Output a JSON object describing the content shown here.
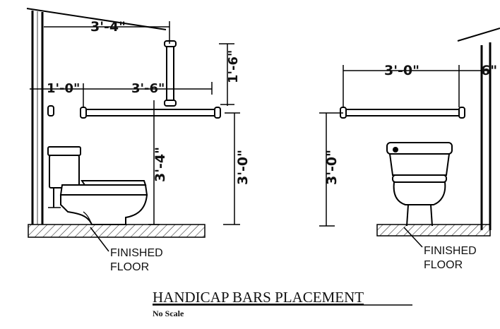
{
  "title": "HANDICAP BARS PLACEMENT",
  "subtitle": "No Scale",
  "side_view": {
    "dim_bar_from_wall": "3'-4\"",
    "dim_bar_offset": "1'-0\"",
    "dim_bar_length": "3'-6\"",
    "dim_vertical_bar": "1'-6\"",
    "dim_vertical_height": "3'-4\"",
    "dim_bar_height": "3'-0\"",
    "floor_label_1": "FINISHED",
    "floor_label_2": "FLOOR"
  },
  "rear_view": {
    "dim_bar_length": "3'-0\"",
    "dim_wall_offset": "6\"",
    "dim_bar_height": "3'-0\"",
    "floor_label_1": "FINISHED",
    "floor_label_2": "FLOOR"
  }
}
